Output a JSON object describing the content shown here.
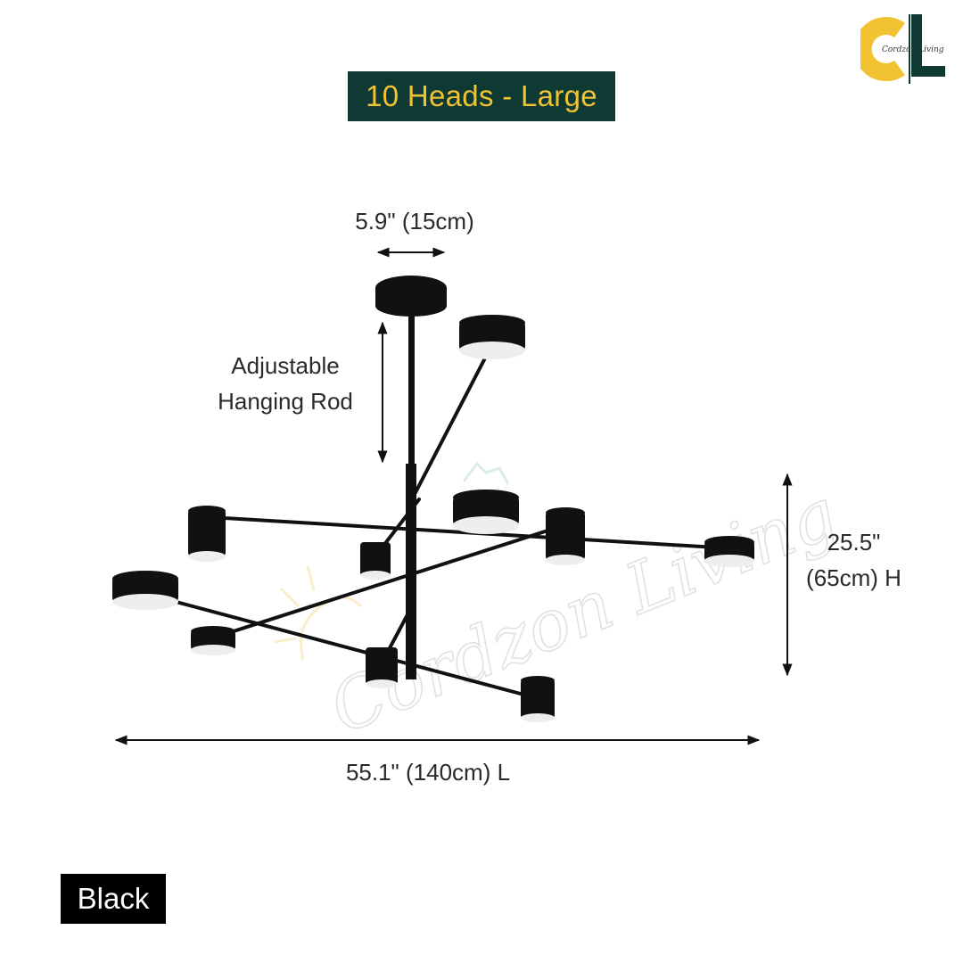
{
  "header": {
    "title": "10 Heads - Large"
  },
  "brand": {
    "logo_letters": "CL",
    "logo_script": "Cordzon Living",
    "watermark": "Cordzon Living"
  },
  "dimensions": {
    "canopy_width": "5.9\" (15cm)",
    "rod_label_line1": "Adjustable",
    "rod_label_line2": "Hanging Rod",
    "height_line1": "25.5\"",
    "height_line2": "(65cm) H",
    "length": "55.1\" (140cm) L"
  },
  "variant": {
    "color_label": "Black"
  },
  "colors": {
    "banner_bg": "#0f3a34",
    "banner_text": "#f1c232",
    "logo_yellow": "#f1c232",
    "logo_dark": "#0f3a34",
    "fixture": "#111111"
  }
}
